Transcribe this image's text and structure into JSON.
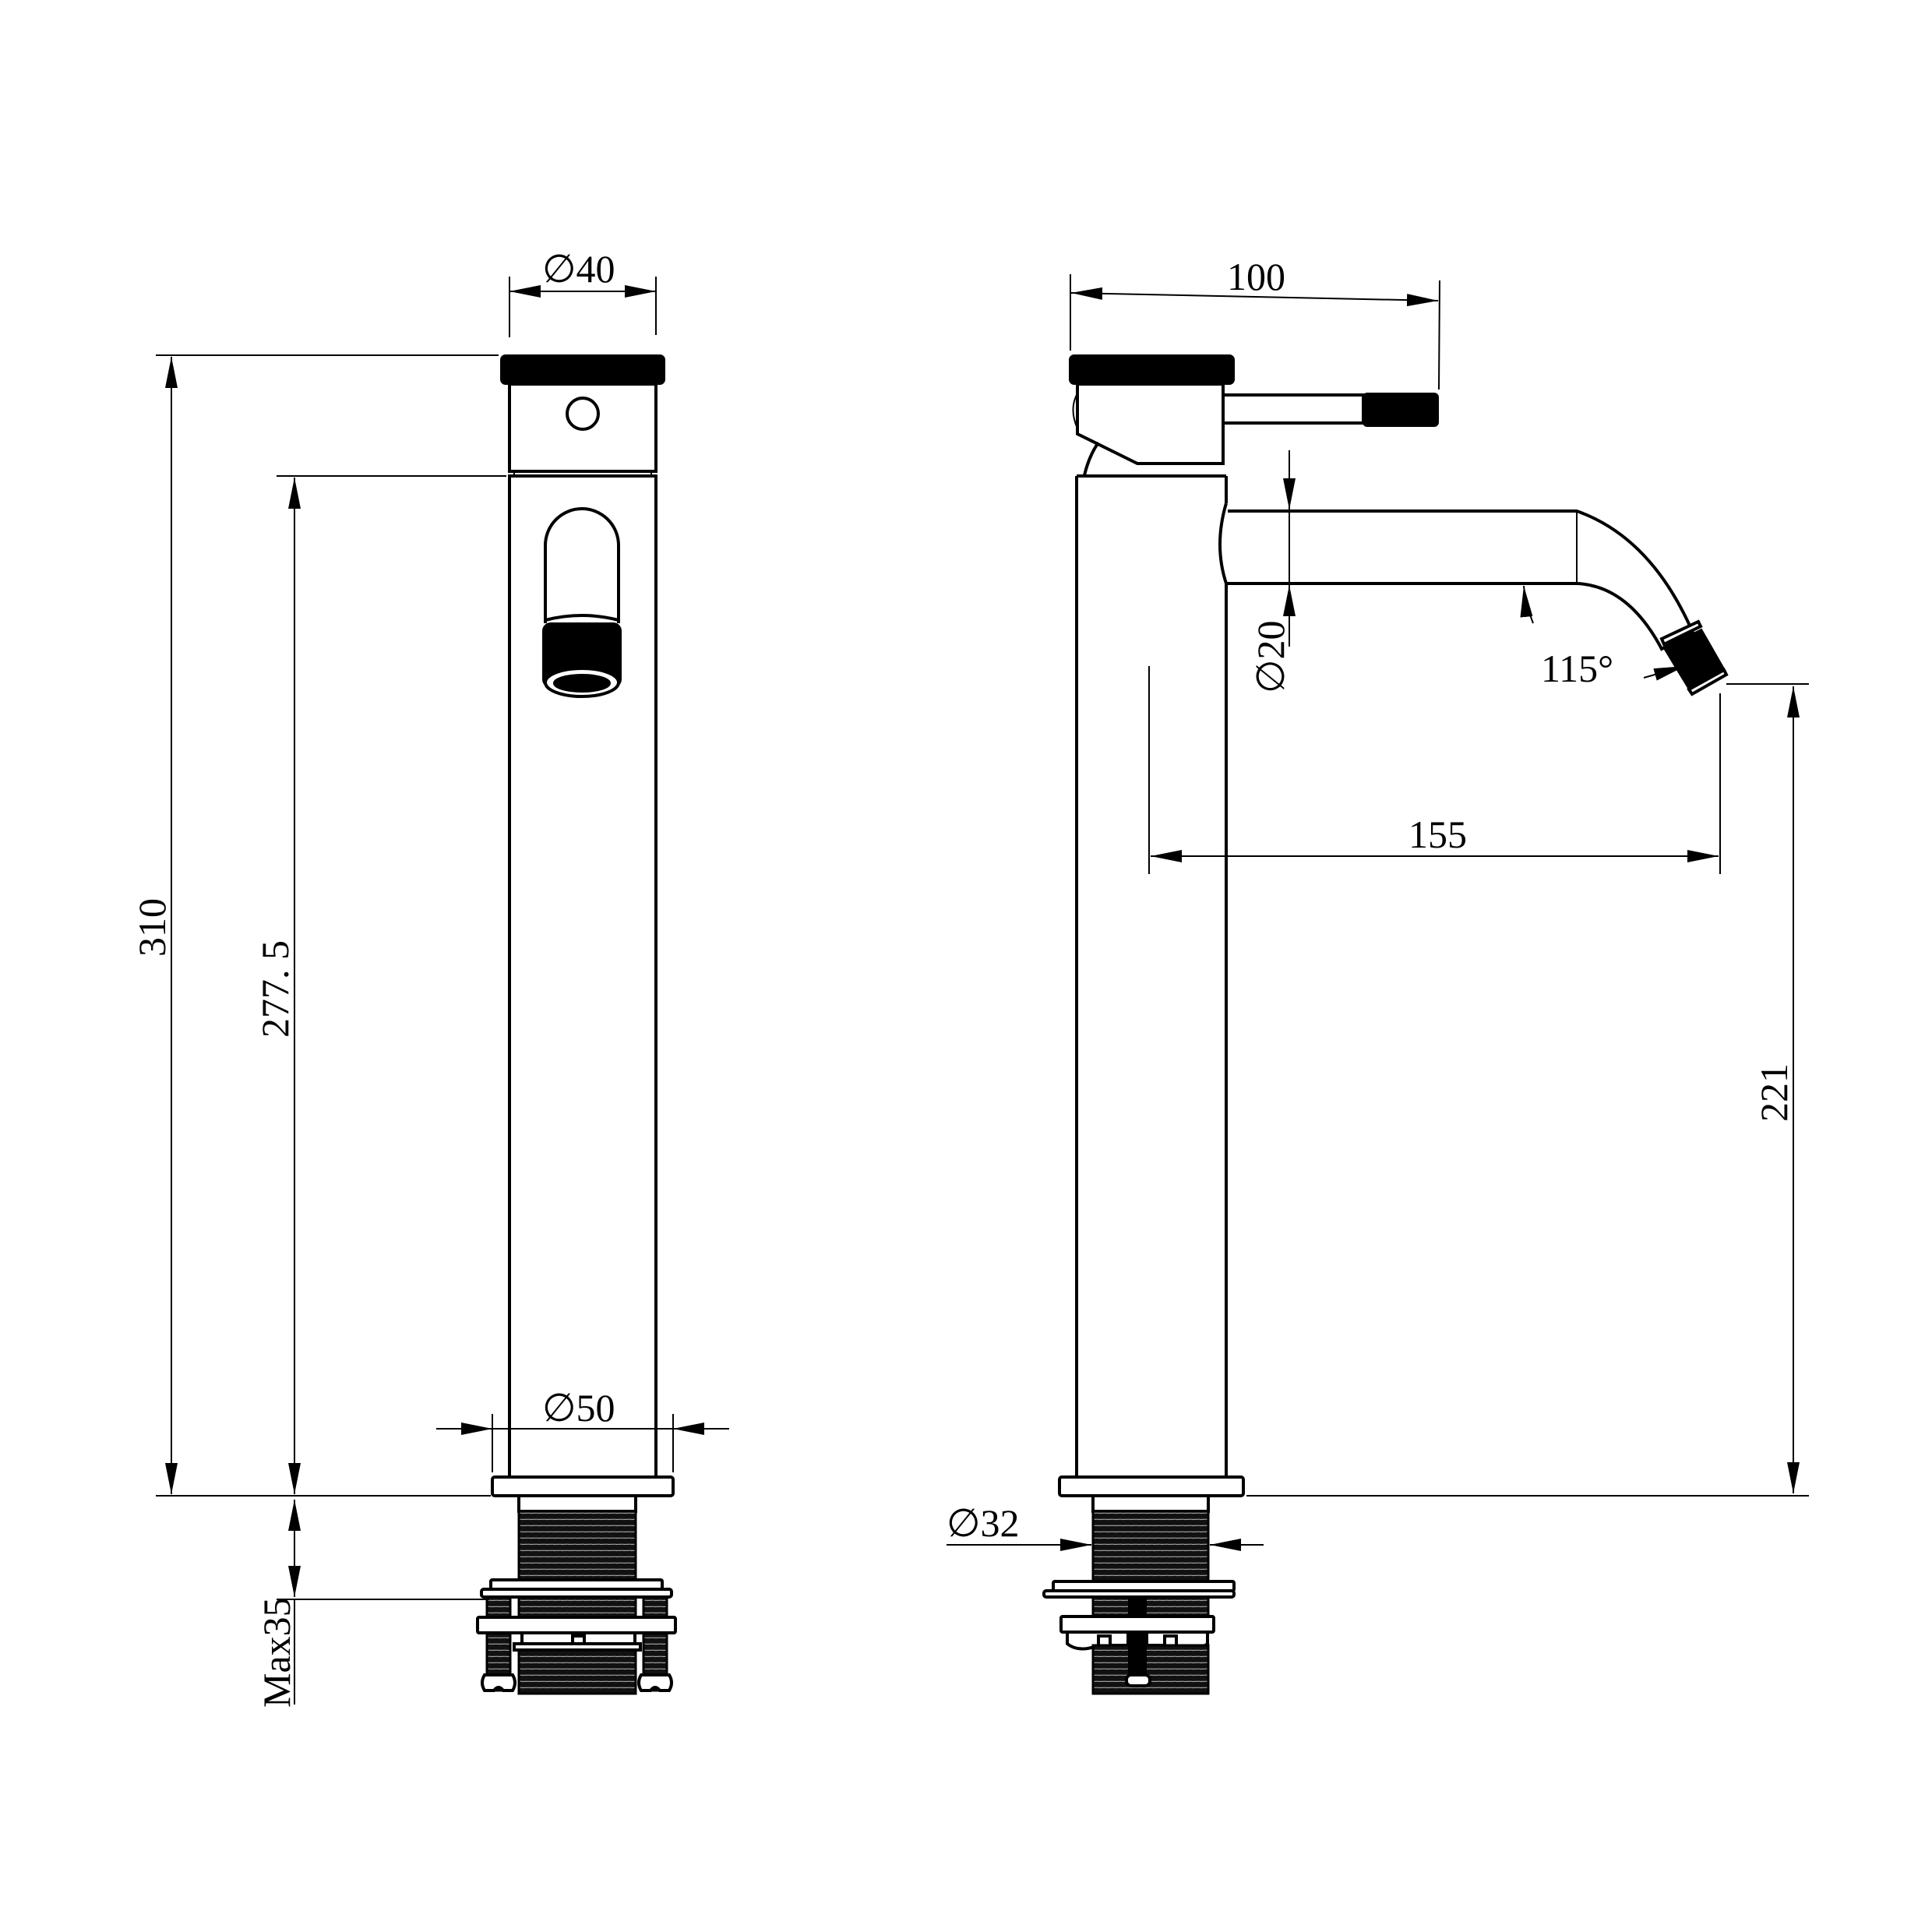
{
  "drawing": {
    "title": "Tall basin mixer tap - technical dimension drawing",
    "units": "mm",
    "line_color": "#000000",
    "background_color": "#ffffff",
    "views": [
      {
        "name": "front-view",
        "dimensions": {
          "cap_diameter": "∅40",
          "overall_height": "310",
          "body_height": "277.5",
          "base_diameter": "∅50",
          "max_counter_thickness": "Max35"
        }
      },
      {
        "name": "side-view",
        "dimensions": {
          "handle_reach": "100",
          "spout_diameter": "∅20",
          "spout_angle": "115°",
          "spout_reach": "155",
          "spout_height": "221",
          "shank_diameter": "∅32"
        }
      }
    ]
  },
  "labels": {
    "phi40": "∅40",
    "h310": "310",
    "h2775": "277. 5",
    "phi50": "∅50",
    "max35": "Max35",
    "w100": "100",
    "phi20": "∅20",
    "a115": "115°",
    "w155": "155",
    "h221": "221",
    "phi32": "∅32"
  }
}
